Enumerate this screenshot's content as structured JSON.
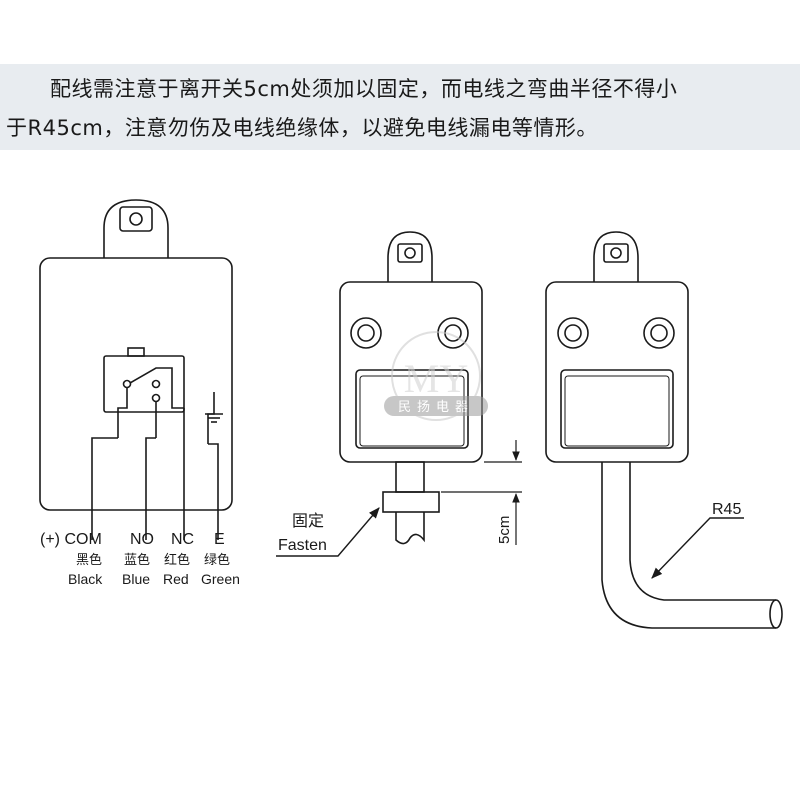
{
  "instruction": {
    "line1": "配线需注意于离开关5cm处须加以固定，而电线之弯曲半径不得小",
    "line2": "于R45cm，注意勿伤及电线绝缘体，以避免电线漏电等情形。"
  },
  "wiring": {
    "terminals": [
      {
        "code": "(+) COM",
        "color_cn": "黑色",
        "color_en": "Black"
      },
      {
        "code": "NO",
        "color_cn": "蓝色",
        "color_en": "Blue"
      },
      {
        "code": "NC",
        "color_cn": "红色",
        "color_en": "Red"
      },
      {
        "code": "E",
        "color_cn": "绿色",
        "color_en": "Green"
      }
    ]
  },
  "fasten": {
    "cn": "固定",
    "en": "Fasten",
    "distance": "5cm"
  },
  "bend": {
    "radius_label": "R45"
  },
  "watermark": {
    "text": "民扬电器",
    "monogram": "MY"
  }
}
